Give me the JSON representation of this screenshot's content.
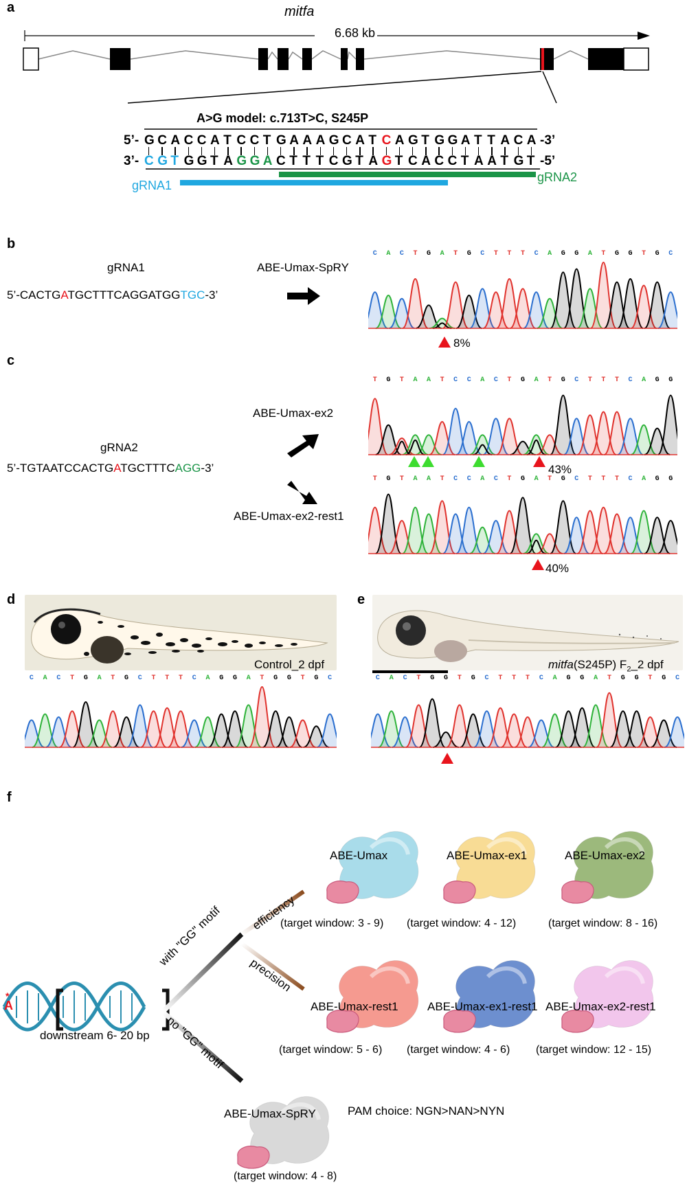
{
  "panel_a": {
    "label": "a",
    "gene": "mitfa",
    "length": "6.68 kb",
    "model_title": "A>G model: c.713T>C, S245P",
    "top_prefix": "5’-",
    "top_seq": "GCACCATCCTGAAAGCATCAGTGGATTACA",
    "top_suffix": "-3’",
    "bot_prefix": "3’-",
    "bot_seq": "CGTGGTAGGACTTTCGTAGTCACCTAATGT",
    "bot_suffix": "-5’",
    "grna1": "gRNA1",
    "grna2": "gRNA2"
  },
  "panel_b": {
    "label": "b",
    "grna_title": "gRNA1",
    "grna_seq_pre": "5’-CACTG",
    "grna_seq_red": "A",
    "grna_seq_mid": "TGCTTTCAGGATGG",
    "grna_seq_blue": "TGC",
    "grna_seq_post": "-3’",
    "editor": "ABE-Umax-SpRY",
    "efficiency": "8%",
    "bases": "CACTGATGCTTTCAGGATGGTGC"
  },
  "panel_c": {
    "label": "c",
    "grna_title": "gRNA2",
    "grna_seq_pre": "5’-TGTAATCCACTG",
    "grna_seq_red": "A",
    "grna_seq_mid": "TGCTTTC",
    "grna_seq_green": "AGG",
    "grna_seq_post": "-3’",
    "editor1": "ABE-Umax-ex2",
    "editor2": "ABE-Umax-ex2-rest1",
    "efficiency1": "43%",
    "efficiency2": "40%",
    "bases1": "TGTAATCCACTGATGCTTTCAGG",
    "bases2": "TGTAATCCACTGATGCTTTCAGG"
  },
  "panel_d": {
    "label": "d",
    "caption": "Control_2 dpf",
    "bases": "CACTGATGCTTTCAGGATGGTGC"
  },
  "panel_e": {
    "label": "e",
    "caption_italic": "mitfa",
    "caption_rest": "(S245P) F",
    "caption_sub": "2",
    "caption_end": "_2 dpf",
    "bases": "CACTGGTGCTTTCAGGATGGTGC"
  },
  "panel_f": {
    "label": "f",
    "dna_mark": "A",
    "downstream": "downstream 6- 20 bp",
    "with_gg": "with \"GG\" motif",
    "no_gg": "no \"GG\" motif",
    "efficiency": "efficiency",
    "precision": "precision",
    "pam_choice": "PAM choice: NGN>NAN>NYN",
    "editors": [
      {
        "name": "ABE-Umax",
        "window": "(target window: 3 - 9)",
        "color": "#a9dcea"
      },
      {
        "name": "ABE-Umax-ex1",
        "window": "(target window: 4 - 12)",
        "color": "#f8dc95"
      },
      {
        "name": "ABE-Umax-ex2",
        "window": "(target window: 8 - 16)",
        "color": "#9cb97c"
      },
      {
        "name": "ABE-Umax-rest1",
        "window": "(target window: 5 - 6)",
        "color": "#f59a90"
      },
      {
        "name": "ABE-Umax-ex1-rest1",
        "window": "(target window: 4 - 6)",
        "color": "#6d8fcf"
      },
      {
        "name": "ABE-Umax-ex2-rest1",
        "window": "(target window: 12 - 15)",
        "color": "#f2c6ec"
      },
      {
        "name": "ABE-Umax-SpRY",
        "window": "(target window: 4 - 8)",
        "color": "#d9d9d9"
      }
    ]
  },
  "colors": {
    "A": "#2fb33a",
    "C": "#2b6fcf",
    "G": "#000000",
    "T": "#e0332e",
    "blue": "#1fa7e0",
    "green": "#1a9447",
    "red": "#e8141c"
  }
}
